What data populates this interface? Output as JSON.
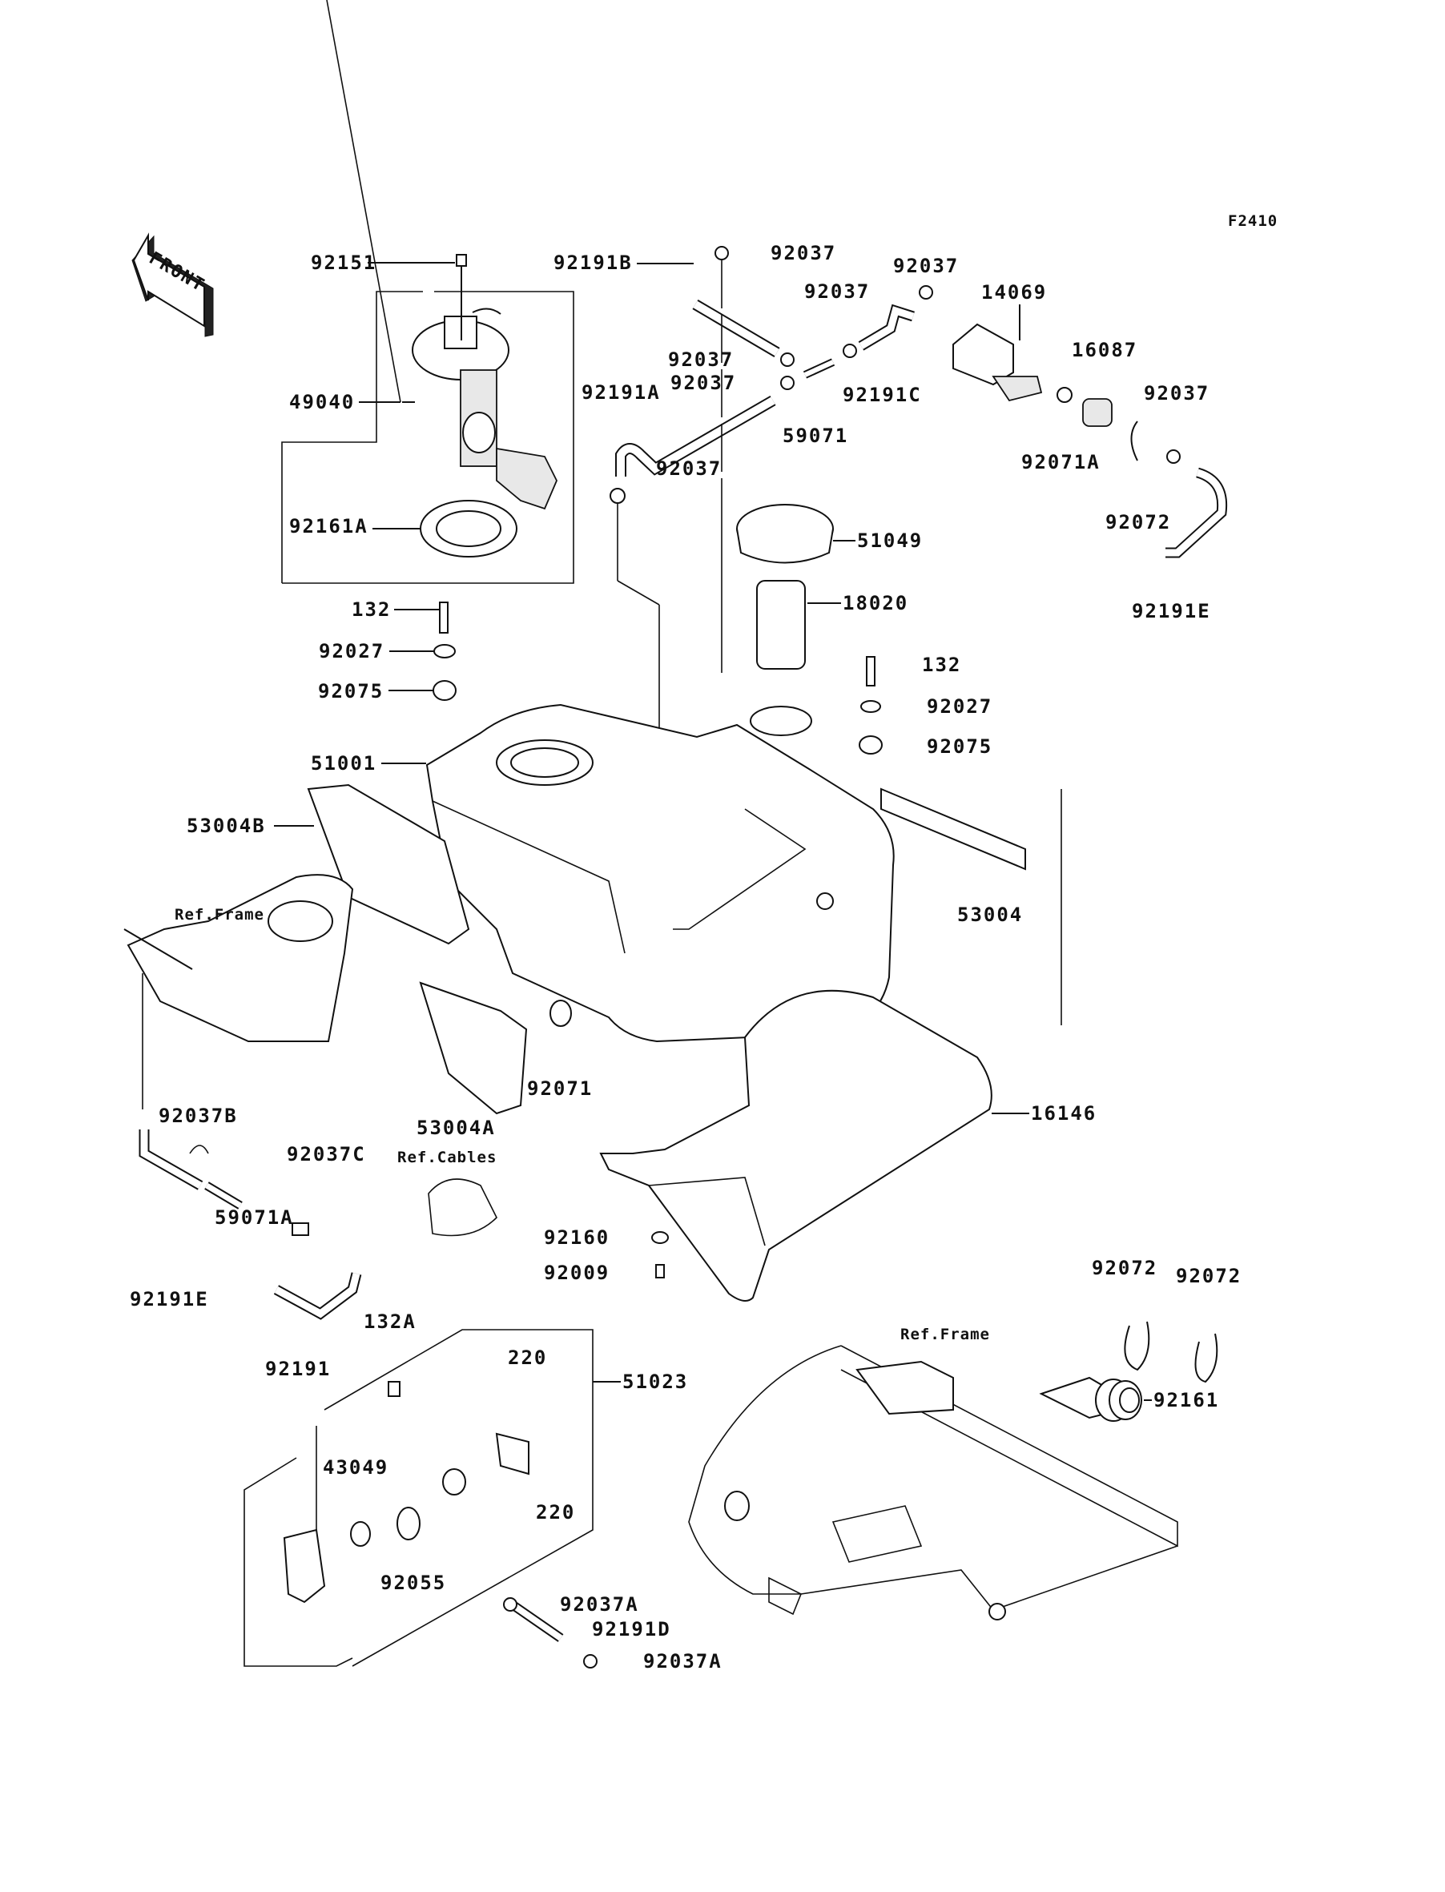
{
  "diagram": {
    "figure_id": "F2410",
    "front_arrow": "FRONT",
    "labels": {
      "l92151": "92151",
      "l92191B": "92191B",
      "l92037_top": "92037",
      "l92037_b": "92037",
      "l92037_c": "92037",
      "l14069": "14069",
      "l16087": "16087",
      "l92037_right": "92037",
      "l49040": "49040",
      "l92037_l1": "92037",
      "l92191A": "92191A",
      "l92037_l2": "92037",
      "l92191C": "92191C",
      "l59071": "59071",
      "l92071A": "92071A",
      "l92037_mid": "92037",
      "l92072_top": "92072",
      "l92161A": "92161A",
      "l51049": "51049",
      "l92191E_right": "92191E",
      "l18020": "18020",
      "l132_left": "132",
      "l132_right": "132",
      "l92027_left": "92027",
      "l92027_right": "92027",
      "l92075_left": "92075",
      "l92075_right": "92075",
      "l51001": "51001",
      "l53004B": "53004B",
      "l_ref_frame_left": "Ref.Frame",
      "l53004": "53004",
      "l92071": "92071",
      "l53004A": "53004A",
      "l16146": "16146",
      "l92037B": "92037B",
      "l92037C": "92037C",
      "l_ref_cables": "Ref.Cables",
      "l59071A": "59071A",
      "l92160": "92160",
      "l92009": "92009",
      "l92191E_left": "92191E",
      "l92072_a": "92072",
      "l92072_b": "92072",
      "l_ref_frame_right": "Ref.Frame",
      "l132A": "132A",
      "l92191": "92191",
      "l220_a": "220",
      "l51023": "51023",
      "l92161": "92161",
      "l43049": "43049",
      "l220_b": "220",
      "l92055": "92055",
      "l92037A_a": "92037A",
      "l92191D": "92191D",
      "l92037A_b": "92037A"
    }
  }
}
